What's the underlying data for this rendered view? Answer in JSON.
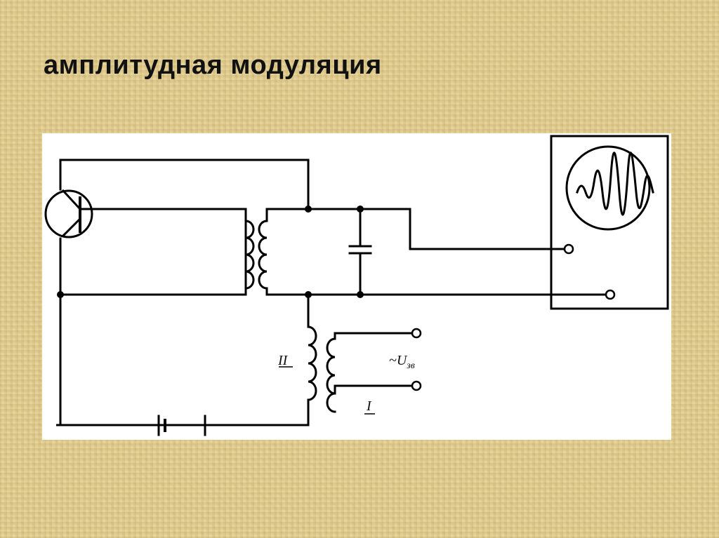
{
  "title": "амплитудная модуляция",
  "labels": {
    "coil_secondary": "II",
    "coil_primary": "I",
    "signal_source": "~U",
    "signal_source_sub": "зв"
  }
}
